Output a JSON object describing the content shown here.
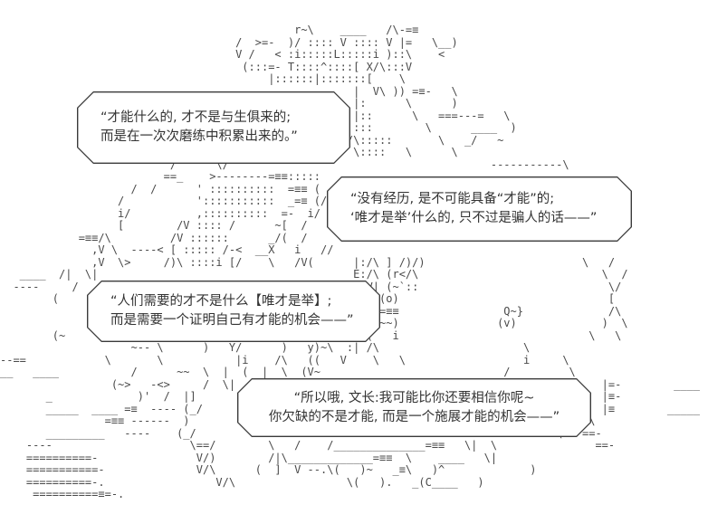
{
  "page": {
    "background_color": "#ffffff",
    "ink_color": "#4a4a4a",
    "description": "2ch-style ASCII-art comic panel with four speech bubbles"
  },
  "ascii_art": {
    "lines": [
      "",
      "",
      "                                             r~\\    ____   /\\-=≡",
      "                                    /  >=-  )/ :::: V :::: V |=   \\__)",
      "                                    V /   < :i:::::L:::::i )::\\    <",
      "                                     (:::=- T::::^::::[ X/\\:::V",
      "                                         |::::::|:::::::[    \\",
      "                                                      |  V\\ )) =≡-   \\",
      "                                                      |:      \\      )",
      "                                                      |::      \\   ===---=   \\",
      "                                                     |:::        \\      ____  )",
      "                                                     /\\:::::       \\   _/   ~",
      "                                                      \\::::   \\      \\",
      "                          /      \\/                                        -----------\\",
      "                         ==_    >--------=≡≡:::::",
      "                    /  /      ' ::::::::::  =≡≡ (",
      "                  /           ':::::::::::  _=≡ (/",
      "                  i/          ,::::::::::  =-  i/",
      "                  [        /V :::: /      ~[  /",
      "            =≡≡/\\         /V ::::::      _/(  /",
      "              ,V \\  ----< [ ::::: /-<  __X   i   //",
      "              ,V  \\>     /)\\ ::::i [/    \\   /V(      |:/\\ ] /)/)                        \\   /",
      "   ____  /|  \\|                                       E:/\\ (r</\\                            \\  /",
      "  ----     /                                          ] V| (~`::                             \\/",
      "        (                                             )(o)(o)                                [",
      "                                                     <(o)~=≡≡                Q~}             /\\",
      "                                                     (i_)~~~)               (v)             )  \\",
      "        (~                                            i (   i                             \\   \\",
      "                    ~-- \\      )   Y/      )   y)~\\  :| /\\                      \\",
      "--==            \\       \\           |i    /\\   ((   V    \\   \\                  i     \\",
      "__   ____           /      ~~  \\  |  (  |  \\  (V~                            /         \\",
      "                 (~>   -<>     /  \\|                                                        |=-        ____",
      "       _             )'  /  |]                                                              |≡-",
      "       _____  ____ =≡  ---- (_/                                                             |≡        _____",
      "                =≡≡ ------  )                                                          /  \\",
      "       _________   ----    (_/                                                       \\   ==-",
      "    ----                     \\==/        \\   /    /______________=≡≡   \\|  \\               ==-",
      "    ==========-               V/)        /|\\_____________=≡≡  \\    ____   \\|",
      "    ===========-              V/\\      (  ]  V --.\\(   )~   _≡\\   )^             )",
      "    ==========-.                 V/\\                 \\(   ).   _(C____   )",
      "     ==========≡=-.",
      ""
    ]
  },
  "bubbles": [
    {
      "id": "bubble-1",
      "lines": [
        "“才能什么的, 才不是与生俱来的;",
        "而是在一次次磨练中积累出来的。”"
      ]
    },
    {
      "id": "bubble-2",
      "lines": [
        "“没有经历, 是不可能具备“才能”的;",
        "‘唯才是举’什么的, 只不过是骗人的话——”"
      ]
    },
    {
      "id": "bubble-3",
      "lines": [
        "“人们需要的才不是什么【唯才是举】;",
        "而是需要一个证明自己有才能的机会——”"
      ]
    },
    {
      "id": "bubble-4",
      "lines": [
        "“所以哦, 文长:我可能比你还要相信你呢~",
        "你欠缺的不是才能, 而是一个施展才能的机会——”"
      ]
    }
  ]
}
